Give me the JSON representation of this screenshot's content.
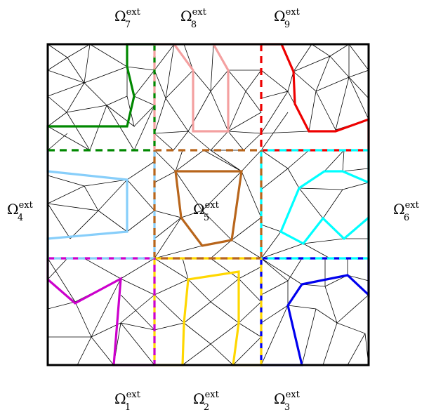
{
  "labels": [
    {
      "id": "omega-7",
      "symbol": "Ω",
      "sup": "ext",
      "sub": "7"
    },
    {
      "id": "omega-8",
      "symbol": "Ω",
      "sup": "ext",
      "sub": "8"
    },
    {
      "id": "omega-9",
      "symbol": "Ω",
      "sup": "ext",
      "sub": "9"
    },
    {
      "id": "omega-4",
      "symbol": "Ω",
      "sup": "ext",
      "sub": "4"
    },
    {
      "id": "omega-5",
      "symbol": "Ω",
      "sup": "ext",
      "sub": "5"
    },
    {
      "id": "omega-6",
      "symbol": "Ω",
      "sup": "ext",
      "sub": "6"
    },
    {
      "id": "omega-1",
      "symbol": "Ω",
      "sup": "ext",
      "sub": "1"
    },
    {
      "id": "omega-2",
      "symbol": "Ω",
      "sup": "ext",
      "sub": "2"
    },
    {
      "id": "omega-3",
      "symbol": "Ω",
      "sup": "ext",
      "sub": "3"
    }
  ],
  "colors": {
    "subdomain_1": "#cc00cc",
    "subdomain_2": "#ffd700",
    "subdomain_3": "#0000ee",
    "subdomain_4": "#87cefa",
    "subdomain_5": "#b8651b",
    "subdomain_6": "#00ffff",
    "subdomain_7": "#008800",
    "subdomain_8": "#f4a0a0",
    "subdomain_9": "#ee0000",
    "mesh": "#000000"
  }
}
